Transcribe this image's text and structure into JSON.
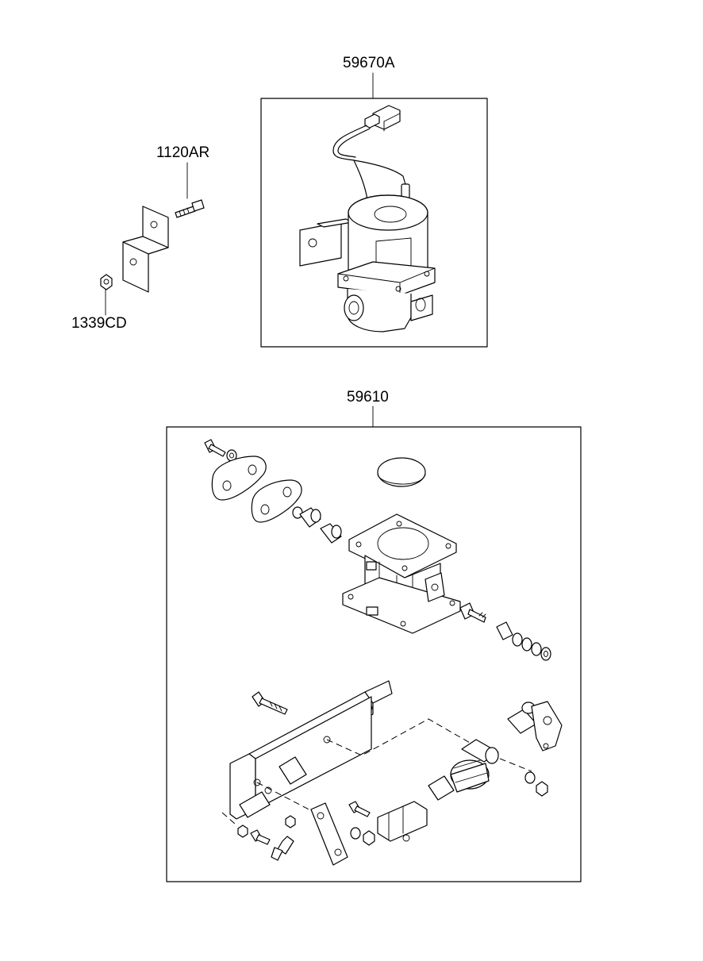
{
  "callouts": {
    "part_59670A": "59670A",
    "part_1120AR": "1120AR",
    "part_1339CD": "1339CD",
    "part_59610": "59610"
  }
}
